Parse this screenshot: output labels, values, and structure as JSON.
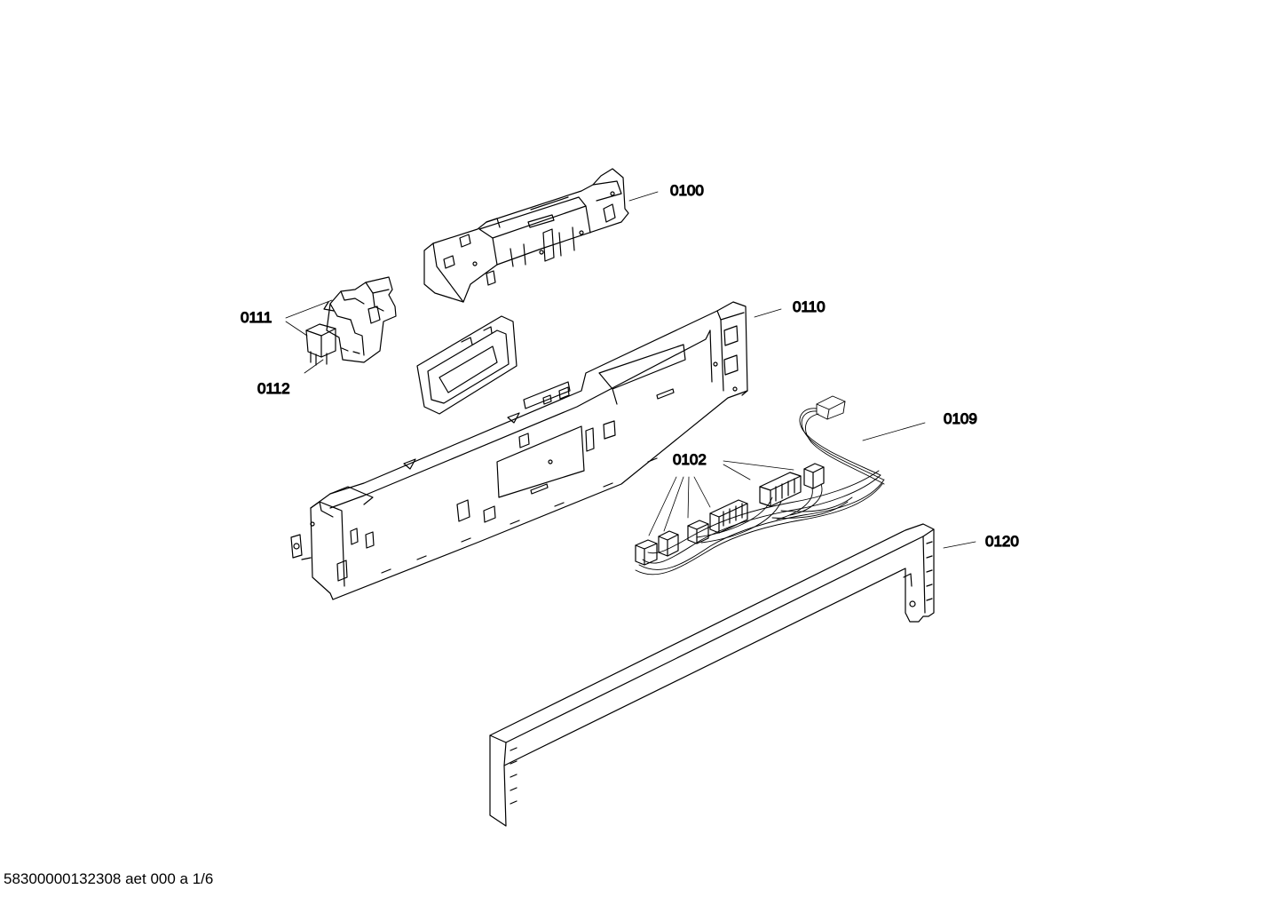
{
  "diagram": {
    "callouts": {
      "c0100": "0100",
      "c0110": "0110",
      "c0111": "0111",
      "c0112": "0112",
      "c0109": "0109",
      "c0102": "0102",
      "c0120": "0120"
    },
    "footer": "58300000132308 aet 000 a 1/6"
  }
}
